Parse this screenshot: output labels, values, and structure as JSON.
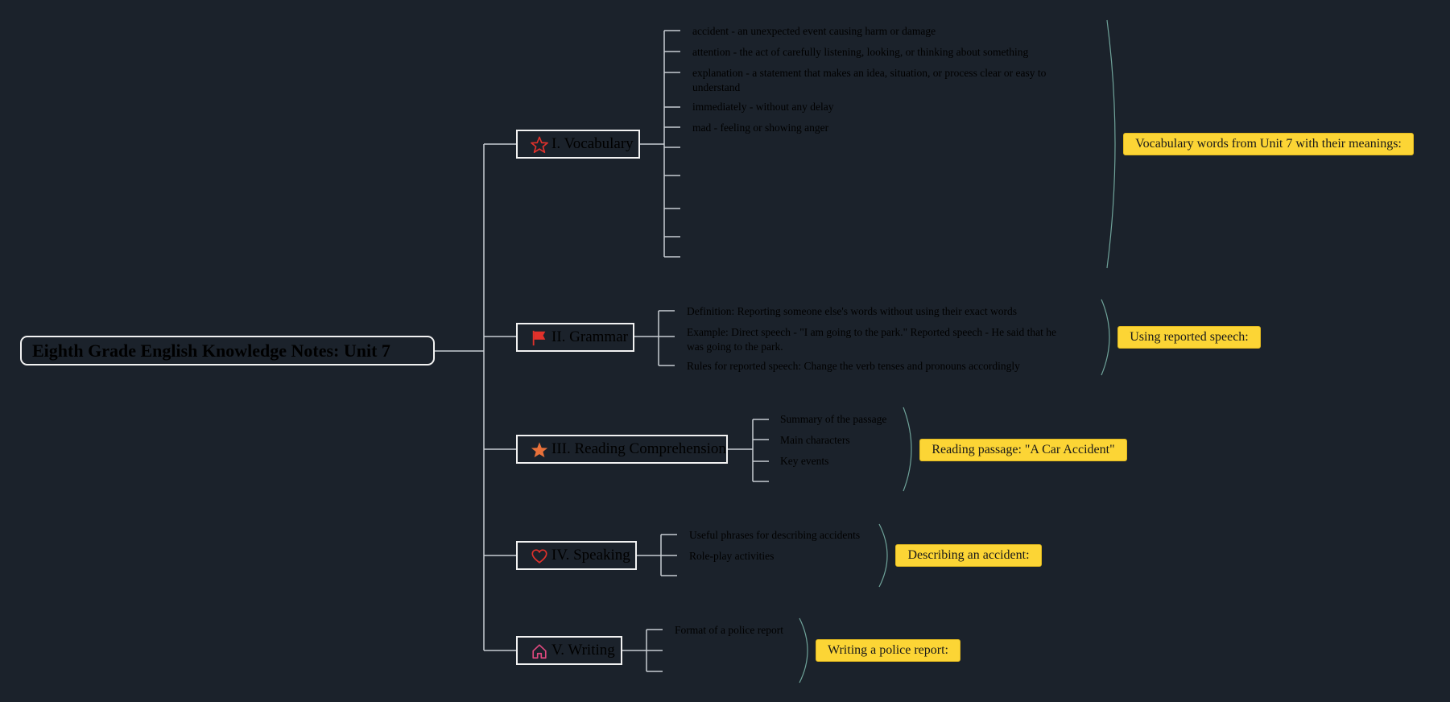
{
  "root": {
    "title": "Eighth Grade English Knowledge Notes: Unit 7"
  },
  "branches": [
    {
      "id": "vocab",
      "label": "I. Vocabulary",
      "icon": "star-outline-icon",
      "summary": "Vocabulary words from Unit 7 with their meanings:",
      "items": [
        "accident - an unexpected event causing harm or damage",
        "attention - the act of carefully listening, looking, or thinking about something",
        "explanation - a statement that makes an idea, situation, or process clear or easy to understand",
        "immediately - without any delay",
        "mad - feeling or showing anger"
      ]
    },
    {
      "id": "grammar",
      "label": "II. Grammar",
      "icon": "flag-icon",
      "summary": "Using reported speech:",
      "items": [
        "Definition: Reporting someone else's words without using their exact words",
        "Example: Direct speech - \"I am going to the park.\" Reported speech - He said that he was going to the park.",
        "Rules for reported speech: Change the verb tenses and pronouns accordingly"
      ]
    },
    {
      "id": "reading",
      "label": "III. Reading Comprehension",
      "icon": "star-filled-icon",
      "summary": "Reading passage: \"A Car Accident\"",
      "items": [
        "Summary of the passage",
        "Main characters",
        "Key events"
      ]
    },
    {
      "id": "speaking",
      "label": "IV. Speaking",
      "icon": "heart-icon",
      "summary": "Describing an accident:",
      "items": [
        "Useful phrases for describing accidents",
        "Role-play activities"
      ]
    },
    {
      "id": "writing",
      "label": "V. Writing",
      "icon": "house-icon",
      "summary": "Writing a police report:",
      "items": [
        "Format of a police report"
      ]
    }
  ],
  "colors": {
    "background": "#1b222b",
    "line": "#c8cdd3",
    "brace": "#6fa39a",
    "callout": "#fcd535",
    "icon_red": "#e0312b",
    "icon_orange": "#e9713a",
    "icon_pink": "#e0497f"
  }
}
